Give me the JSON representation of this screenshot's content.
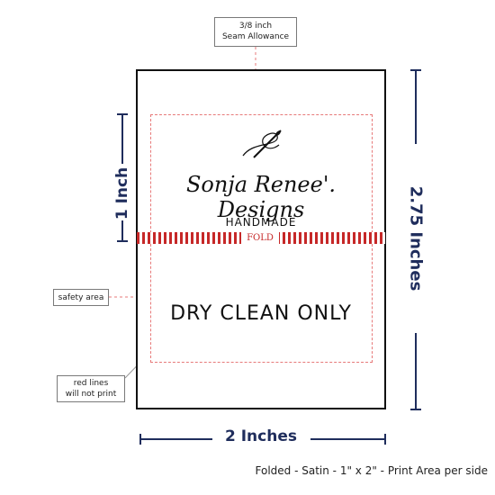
{
  "callouts": {
    "seam_fraction": "3/8",
    "seam_unit": "inch",
    "seam_label": "Seam Allowance",
    "safety_label": "safety area",
    "red_lines_line1": "red lines",
    "red_lines_line2": "will not print"
  },
  "label": {
    "brand": "Sonja Renee'. Designs",
    "tagline": "HANDMADE",
    "fold": "FOLD",
    "care": "DRY CLEAN ONLY"
  },
  "dimensions": {
    "top_section": "1 Inch",
    "total_height": "2.75 Inches",
    "width": "2 Inches"
  },
  "footer": {
    "caption": "Folded - Satin - 1\" x 2\" - Print Area per side"
  },
  "colors": {
    "dimension": "#1f2d5c",
    "guide_red": "#c62828",
    "safety_dash": "#e77a7a"
  },
  "icons": {
    "logo": "needle-thread-icon"
  }
}
